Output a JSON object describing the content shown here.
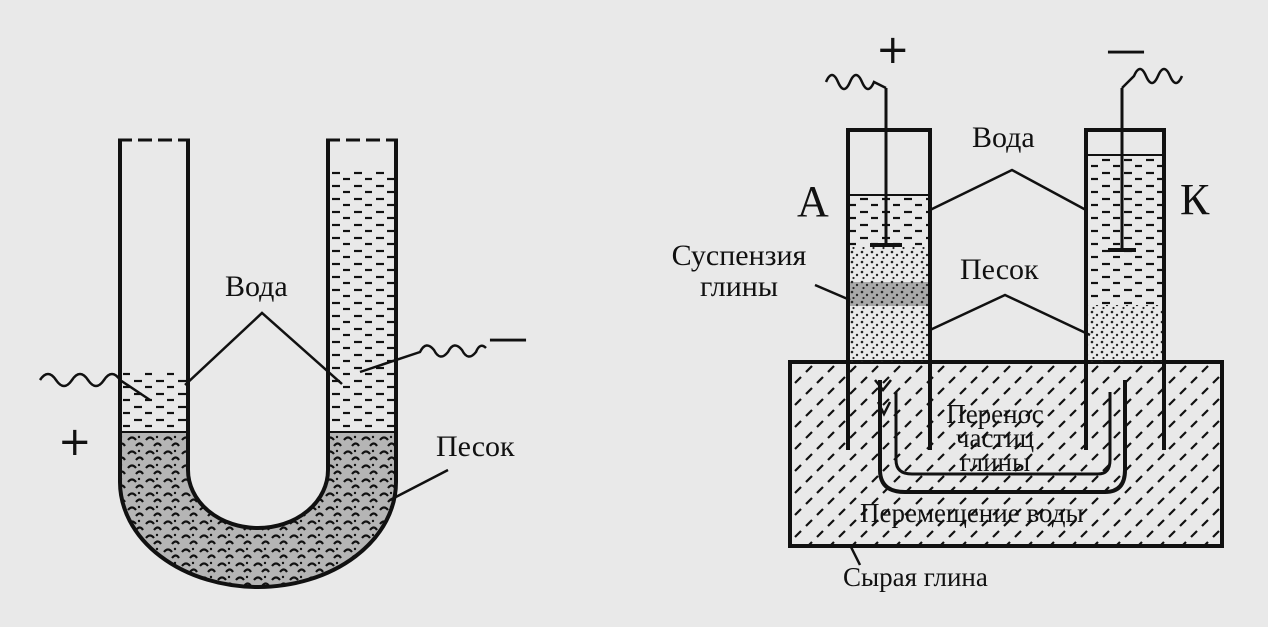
{
  "left_figure": {
    "plus": "+",
    "minus": "—",
    "water": "Вода",
    "sand": "Песок"
  },
  "right_figure": {
    "plus": "+",
    "minus": "—",
    "letter_a": "А",
    "letter_k": "К",
    "water": "Вода",
    "sand": "Песок",
    "clay_suspension_1": "Суспензия",
    "clay_suspension_2": "глины",
    "transfer_1": "Перенос",
    "transfer_2": "частиц",
    "transfer_3": "глины",
    "water_movement": "Перемещение воды",
    "wet_clay": "Сырая глина"
  }
}
